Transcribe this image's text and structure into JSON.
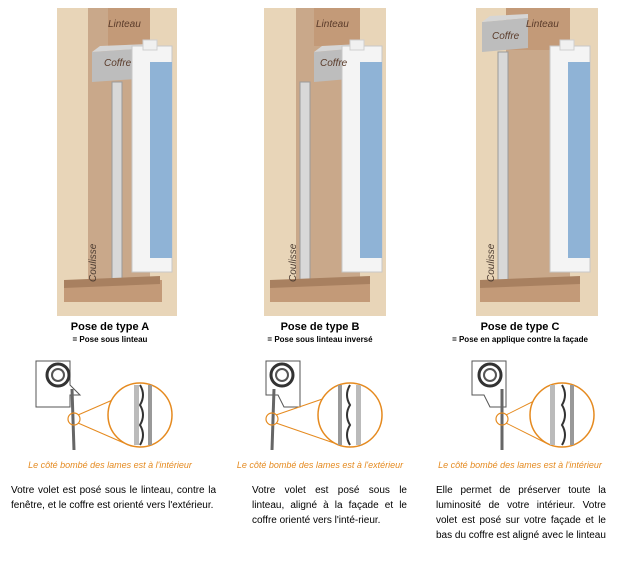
{
  "labels": {
    "linteau": "Linteau",
    "coffre": "Coffre",
    "coulisse": "Coulisse"
  },
  "columns": [
    {
      "title": "Pose de type A",
      "subtitle": "= Pose sous linteau",
      "caption": "Le côté bombé des lames est à l'intérieur",
      "description": "Votre volet est posé sous le linteau, contre la fenêtre, et le coffre est orienté vers l'extérieur."
    },
    {
      "title": "Pose de type B",
      "subtitle": "= Pose sous linteau inversé",
      "caption": "Le côté bombé des lames est à l'extérieur",
      "description": "Votre volet est posé sous le linteau, aligné à la façade et le coffre orienté vers l'inté-rieur."
    },
    {
      "title": "Pose de type C",
      "subtitle": "= Pose en applique contre la façade",
      "caption": "Le côté bombé des lames est à l'intérieur",
      "description": "Elle permet de préserver toute la luminosité de votre intérieur. Votre volet est posé sur votre façade et le bas du coffre est aligné avec le linteau"
    }
  ],
  "colors": {
    "wall_light": "#e8d5b8",
    "wall_dark": "#c9a88a",
    "lintel": "#c39a78",
    "glass": "#8fb3d6",
    "caption": "#e58a1f"
  }
}
